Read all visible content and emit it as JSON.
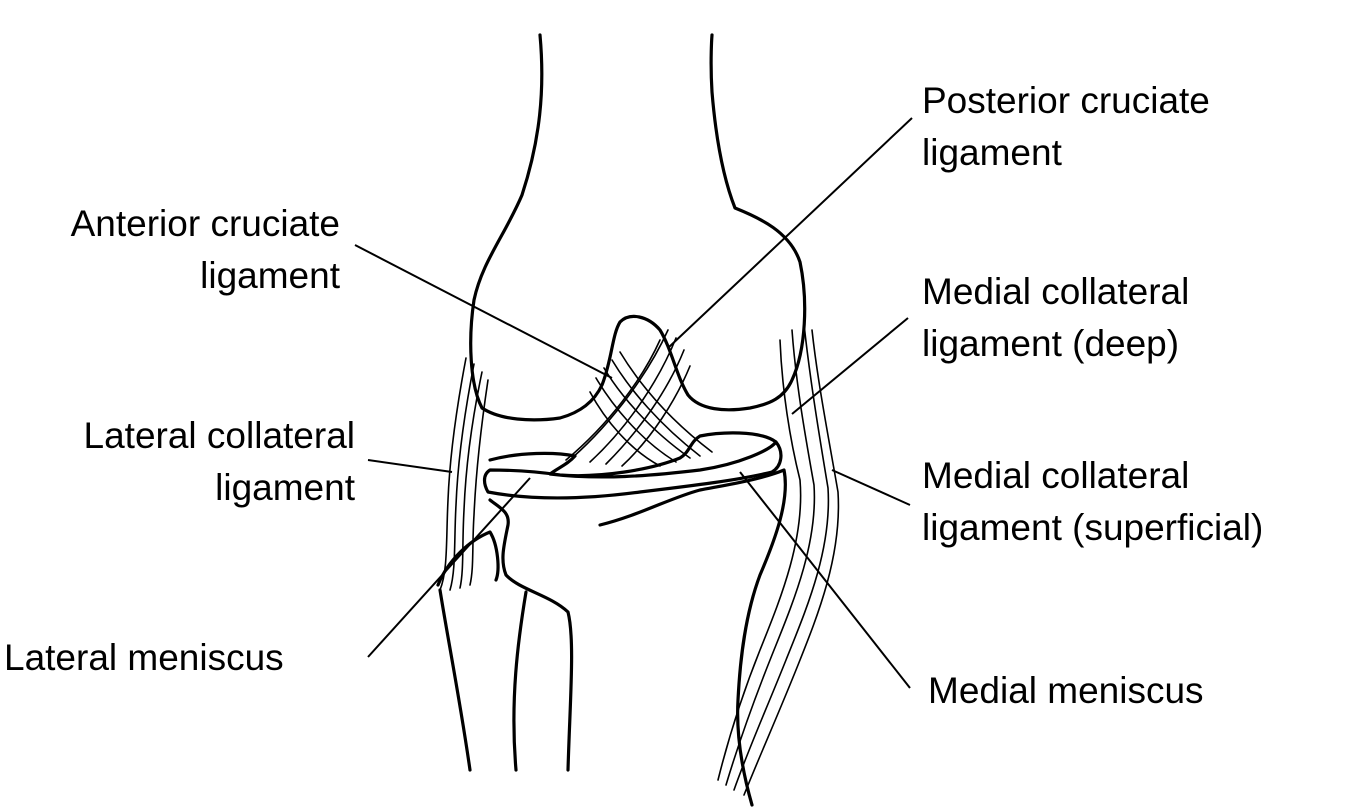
{
  "labels": {
    "pcl": {
      "line1": "Posterior cruciate",
      "line2": "ligament"
    },
    "acl": {
      "line1": "Anterior cruciate",
      "line2": "ligament"
    },
    "mcl_deep": {
      "line1": "Medial collateral",
      "line2": "ligament (deep)"
    },
    "lcl": {
      "line1": "Lateral collateral",
      "line2": "ligament"
    },
    "mcl_superficial": {
      "line1": "Medial collateral",
      "line2": "ligament (superficial)"
    },
    "lateral_meniscus": {
      "line1": "Lateral meniscus"
    },
    "medial_meniscus": {
      "line1": "Medial meniscus"
    }
  }
}
